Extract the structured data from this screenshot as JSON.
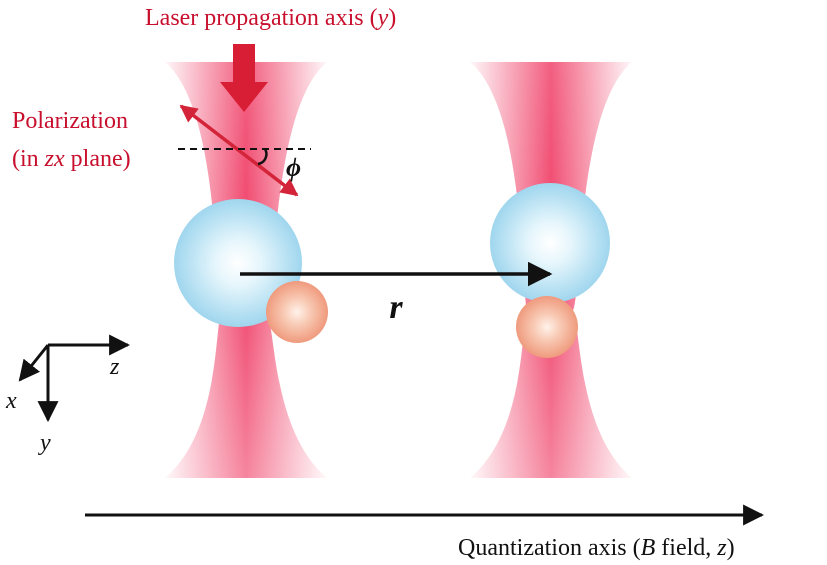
{
  "labels": {
    "laser_axis": {
      "prefix": "Laser propagation axis (",
      "var": "y",
      "suffix": ")"
    },
    "polarization_line1": "Polarization",
    "polarization_line2": {
      "prefix": "(in ",
      "var": "zx",
      "suffix": " plane)"
    },
    "angle": "ϕ",
    "separation": "r",
    "quantization": {
      "prefix": "Quantization axis (",
      "var": "B",
      "suffix": " field, ",
      "var2": "z",
      "end": ")"
    },
    "axes": {
      "x": "x",
      "y": "y",
      "z": "z"
    }
  },
  "colors": {
    "beam": "#f0436a",
    "label_red": "#c8102e",
    "arrow_red": "#d4243a",
    "sphere_large": "#a9dcf0",
    "sphere_small": "#f4a78c"
  }
}
